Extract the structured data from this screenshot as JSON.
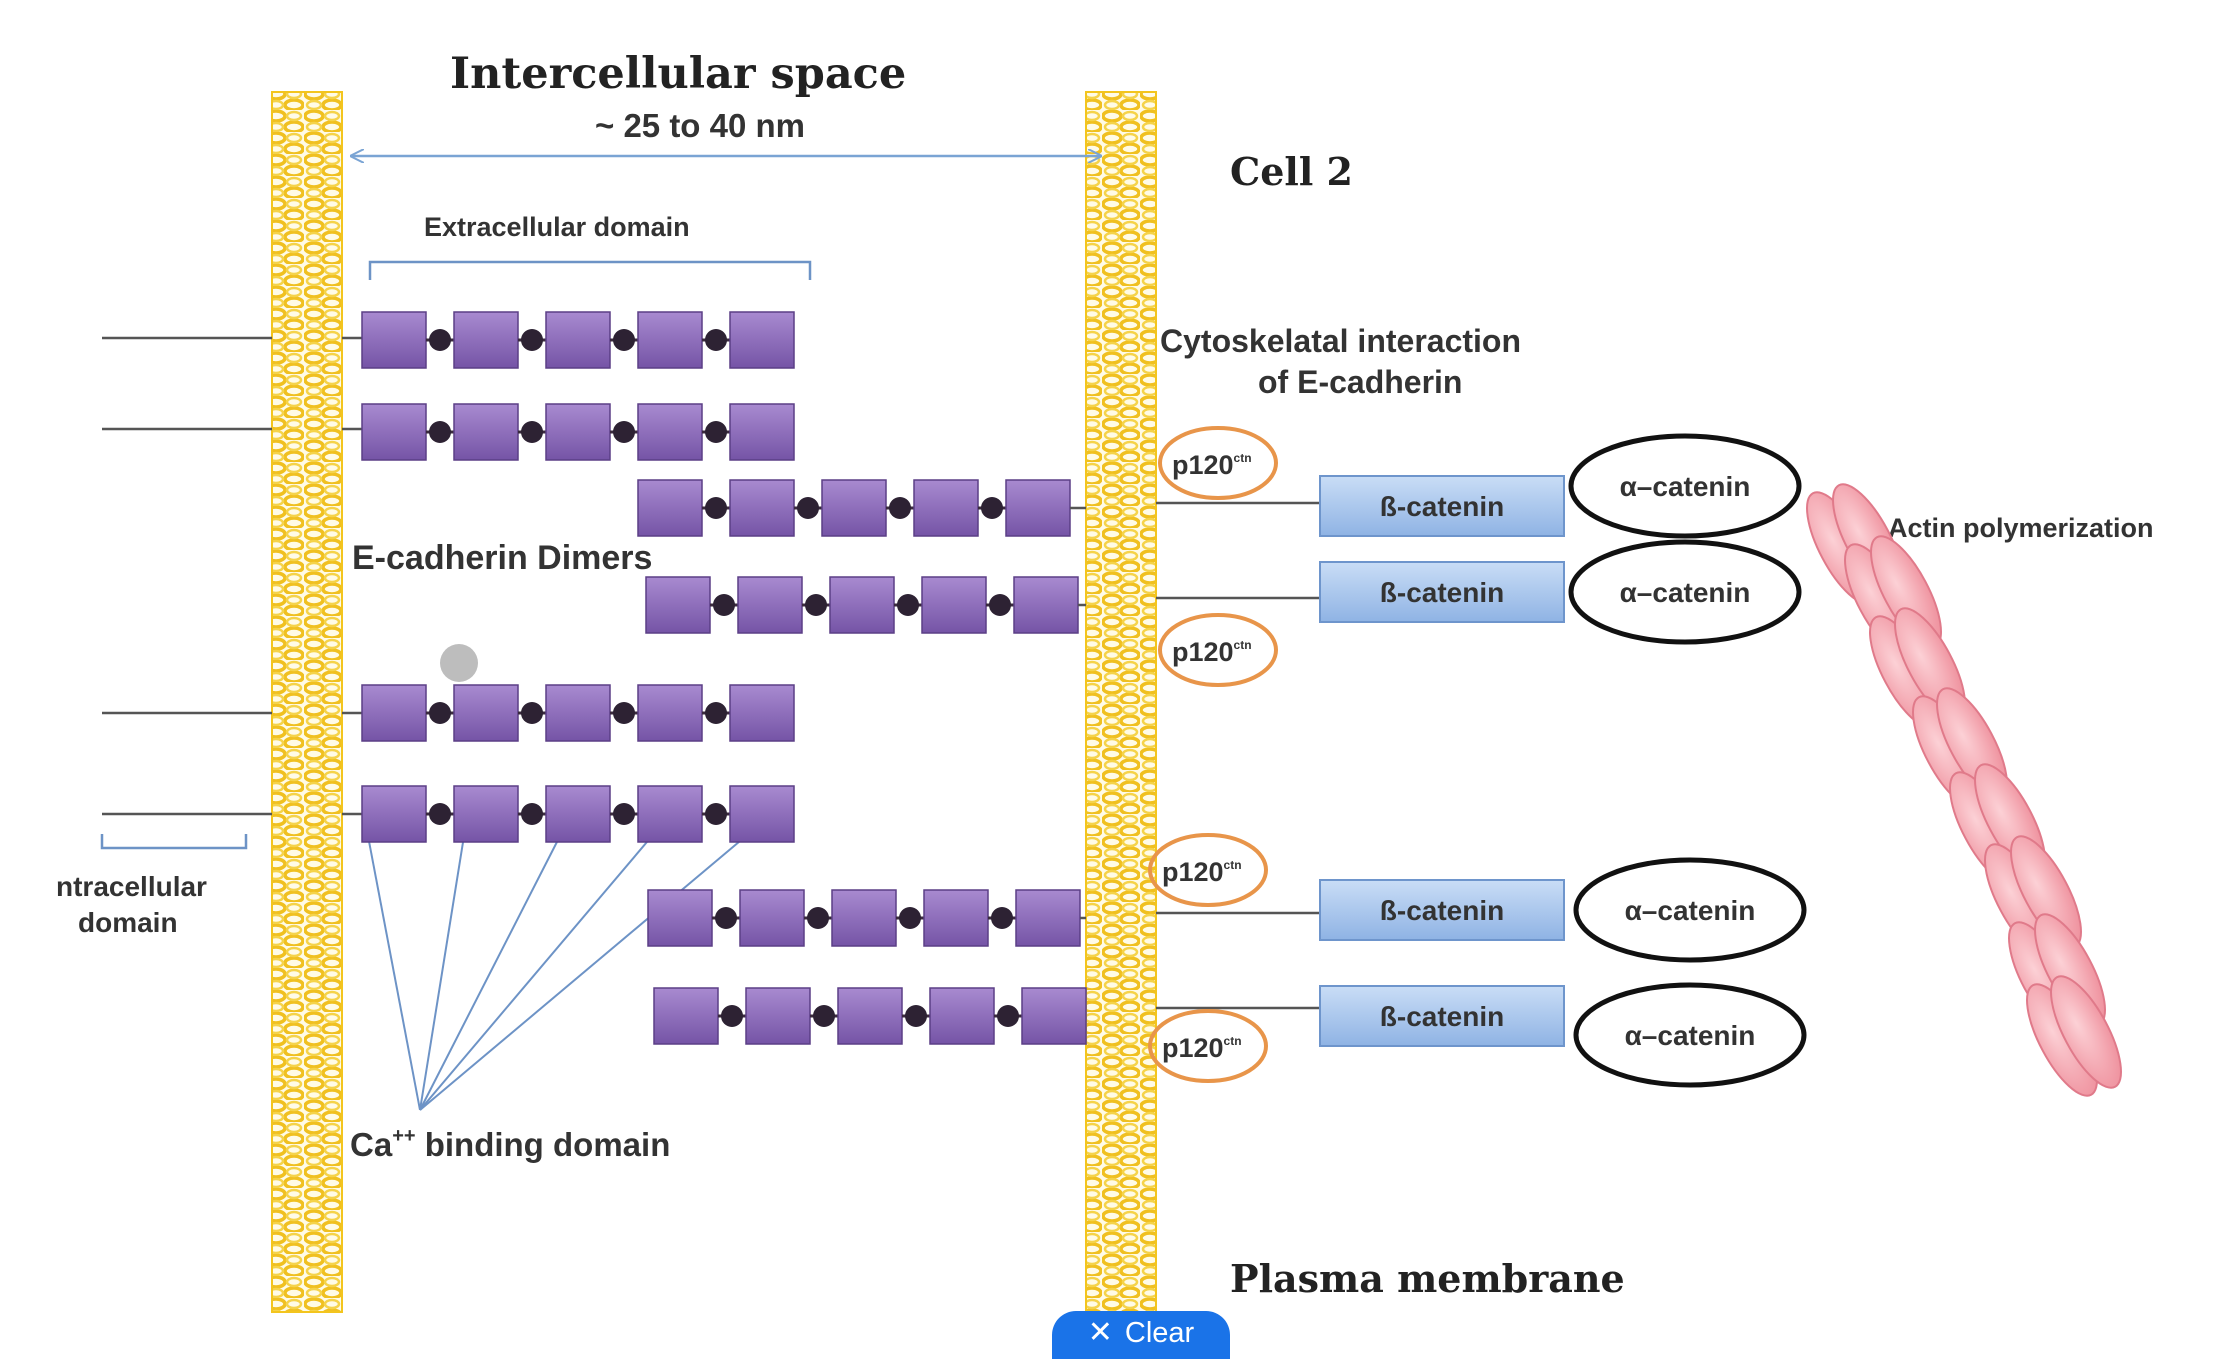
{
  "labels": {
    "intercellular_space": "Intercellular space",
    "distance": "~ 25 to 40 nm",
    "cell2": "Cell 2",
    "extracellular_domain": "Extracellular domain",
    "cytoskeletal_line1": "Cytoskelatal  interaction",
    "cytoskeletal_line2": "of E-cadherin",
    "ecadherin_dimers": "E-cadherin Dimers",
    "intracellular_line1": "ntracellular",
    "intracellular_line2": "domain",
    "ca_binding": "Ca",
    "ca_superscript": "++",
    "ca_binding_rest": " binding domain",
    "plasma_membrane": "Plasma membrane",
    "actin": "Actin polymerization",
    "p120": "p120",
    "p120_sup": "ctn",
    "beta_catenin": "ß-catenin",
    "alpha_catenin": "α–catenin"
  },
  "colors": {
    "membrane": "#f3c51e",
    "cadherin": "#8e6bb8",
    "cadherin_dark": "#3a2a3e",
    "p120_ring": "#e8954a",
    "beta_fill": "#a9c8ee",
    "alpha_ring": "#111111",
    "actin": "#f6a6b0",
    "arrow": "#7aa4d4"
  },
  "toolbar": {
    "clear_label": "Clear"
  }
}
